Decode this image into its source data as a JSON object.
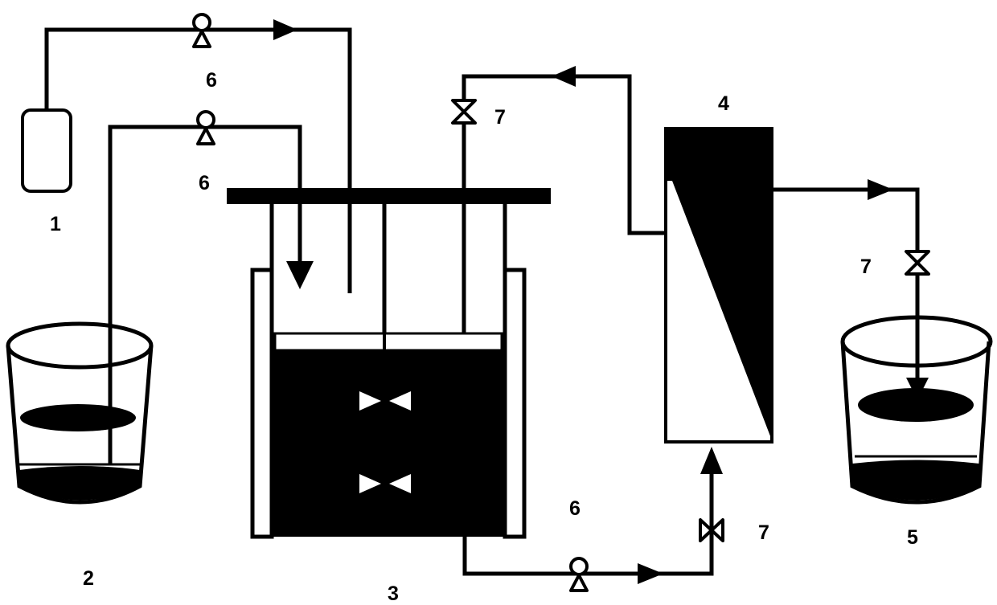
{
  "labels": {
    "n1": "1",
    "n2": "2",
    "n3": "3",
    "n4": "4",
    "n5": "5",
    "n6": "6",
    "n7": "7"
  },
  "colors": {
    "ink": "#000000",
    "paper": "#ffffff"
  },
  "icons": {
    "pump": "pump-icon",
    "valve": "valve-icon",
    "arrow": "arrow-icon"
  }
}
